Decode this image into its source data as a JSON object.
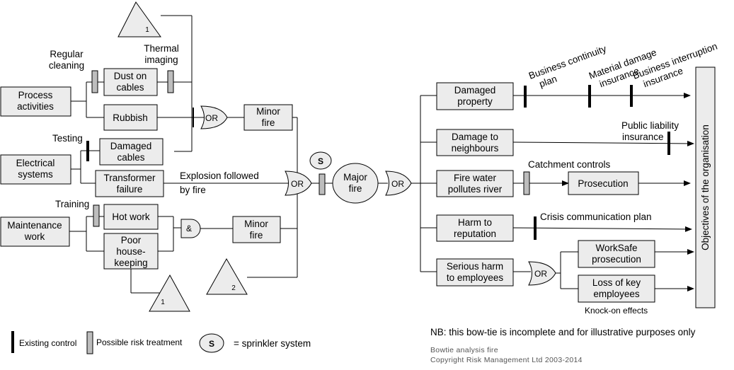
{
  "causes": {
    "process_activities": [
      "Process",
      "activities"
    ],
    "electrical_systems": [
      "Electrical",
      "systems"
    ],
    "maintenance_work": [
      "Maintenance",
      "work"
    ]
  },
  "hazards": {
    "dust_on_cables": [
      "Dust on",
      "cables"
    ],
    "rubbish": "Rubbish",
    "damaged_cables": [
      "Damaged",
      "cables"
    ],
    "transformer_failure": [
      "Transformer",
      "failure"
    ],
    "hot_work": "Hot work",
    "poor_housekeeping": [
      "Poor",
      "house-",
      "keeping"
    ]
  },
  "control_labels": {
    "regular_cleaning": [
      "Regular",
      "cleaning"
    ],
    "thermal_imaging": [
      "Thermal",
      "imaging"
    ],
    "testing": "Testing",
    "training": "Training",
    "explosion": [
      "Explosion followed",
      "by fire"
    ]
  },
  "gates": {
    "or": "OR",
    "and": "&"
  },
  "events": {
    "minor_fire": [
      "Minor",
      "fire"
    ],
    "major_fire": [
      "Major",
      "fire"
    ],
    "sprinkler_symbol": "S"
  },
  "connectors": {
    "one": "1",
    "two": "2"
  },
  "consequences": {
    "damaged_property": [
      "Damaged",
      "property"
    ],
    "damage_to_neighbours": [
      "Damage to",
      "neighbours"
    ],
    "fire_water": [
      "Fire water",
      "pollutes river"
    ],
    "harm_reputation": [
      "Harm to",
      "reputation"
    ],
    "serious_harm": [
      "Serious harm",
      "to employees"
    ],
    "prosecution": "Prosecution",
    "worksafe": [
      "WorkSafe",
      "prosecution"
    ],
    "loss_key_employees": [
      "Loss of key",
      "employees"
    ]
  },
  "mitigation_labels": {
    "business_continuity": [
      "Business continuity",
      "plan"
    ],
    "material_damage": [
      "Material damage",
      "insurance"
    ],
    "business_interruption": [
      "Business interruption",
      "insurance"
    ],
    "public_liability": [
      "Public liability",
      "insurance"
    ],
    "catchment_controls": "Catchment controls",
    "crisis_communication": "Crisis communication plan",
    "knock_on": "Knock-on effects"
  },
  "objectives": "Objectives of the organisation",
  "legend": {
    "existing_control": "Existing control",
    "possible_risk_treatment": "Possible risk treatment",
    "sprinkler_symbol": "S",
    "sprinkler_text": "= sprinkler system"
  },
  "note": "NB: this bow-tie is incomplete and for illustrative purposes only",
  "footer": {
    "title": "Bowtie analysis fire",
    "copyright": "Copyright Risk Management Ltd 2003-2014"
  },
  "colors": {
    "box_fill": "#ececec",
    "risk_treatment_fill": "#bdbdbd",
    "line": "#000000",
    "footer_text": "#555555"
  }
}
